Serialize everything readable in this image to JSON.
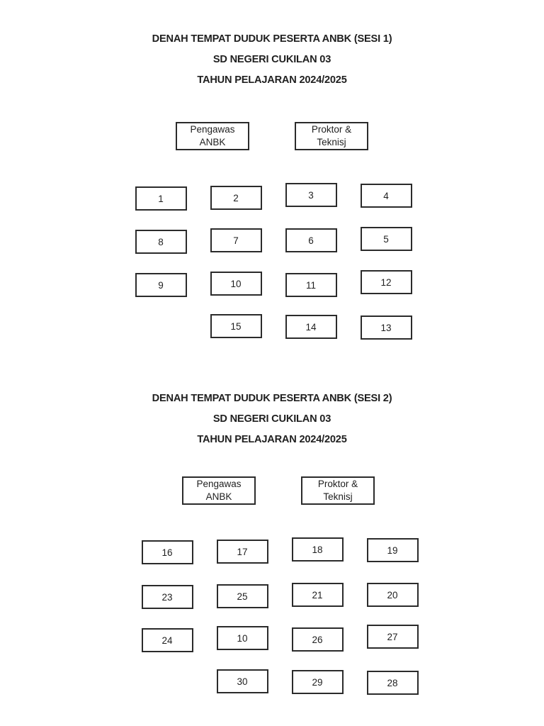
{
  "colors": {
    "background": "#ffffff",
    "ink": "#1f1f1f",
    "box_border": "#2b2b2b"
  },
  "sessions": [
    {
      "title": "DENAH TEMPAT DUDUK PESERTA ANBK (SESI 1)",
      "school": "SD NEGERI CUKILAN 03",
      "year": "TAHUN PELAJARAN 2024/2025",
      "officials": [
        {
          "line1": "Pengawas",
          "line2": "ANBK"
        },
        {
          "line1": "Proktor &",
          "line2": "Teknisj"
        }
      ],
      "seat_rows": [
        [
          "1",
          "2",
          "3",
          "4"
        ],
        [
          "8",
          "7",
          "6",
          "5"
        ],
        [
          "9",
          "10",
          "11",
          "12"
        ],
        [
          "",
          "15",
          "14",
          "13"
        ]
      ]
    },
    {
      "title": "DENAH TEMPAT DUDUK PESERTA ANBK (SESI 2)",
      "school": "SD NEGERI CUKILAN 03",
      "year": "TAHUN PELAJARAN 2024/2025",
      "officials": [
        {
          "line1": "Pengawas",
          "line2": "ANBK"
        },
        {
          "line1": "Proktor &",
          "line2": "Teknisj"
        }
      ],
      "seat_rows": [
        [
          "16",
          "17",
          "18",
          "19"
        ],
        [
          "23",
          "25",
          "21",
          "20"
        ],
        [
          "24",
          "10",
          "26",
          "27"
        ],
        [
          "",
          "30",
          "29",
          "28"
        ]
      ]
    }
  ]
}
